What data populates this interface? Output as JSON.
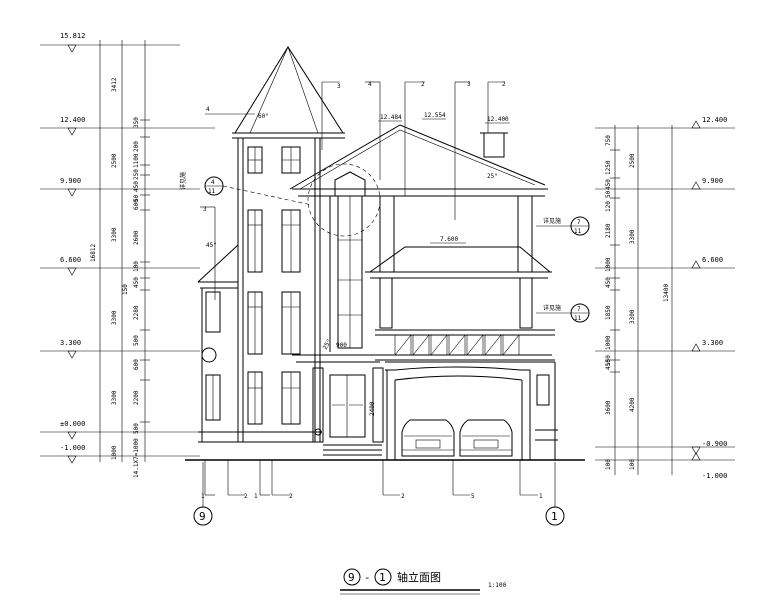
{
  "levels_left": [
    "15.812",
    "12.400",
    "9.900",
    "6.600",
    "3.300",
    "±0.000",
    "-1.000"
  ],
  "levels_right": [
    "12.400",
    "9.900",
    "6.600",
    "3.300",
    "-0.900",
    "-1.000"
  ],
  "dims_left_inner": [
    "3412",
    "350",
    "200",
    "1100",
    "250",
    "450",
    "50",
    "600",
    "2600",
    "100",
    "150",
    "450",
    "2280",
    "500",
    "600",
    "2200",
    "500",
    "1000"
  ],
  "dims_left_outer": [
    "2500",
    "3300",
    "3300",
    "3300"
  ],
  "dims_left_total": [
    "16812"
  ],
  "dims_left_bottom": "14.1X7=1000",
  "dims_right_inner": [
    "750",
    "1250",
    "450",
    "50",
    "120",
    "2180",
    "1000",
    "450",
    "1850",
    "1000",
    "150",
    "450",
    "3600",
    "100"
  ],
  "dims_right_outer": [
    "2500",
    "3300",
    "3300",
    "4200",
    "100"
  ],
  "dims_right_total": [
    "13400"
  ],
  "elev_labels": [
    "12.484",
    "12.554",
    "12.400",
    "7.600"
  ],
  "callouts": {
    "c4_top": "4",
    "c4_bot": "11",
    "c7a_top": "7",
    "c7a_bot": "11",
    "c7b_top": "7",
    "c7b_bot": "11"
  },
  "callout_texts": [
    "详见施",
    "详见施",
    "详见施"
  ],
  "angles": [
    "60°",
    "25°",
    "45°",
    "25°"
  ],
  "material_tags": [
    "3",
    "4",
    "2",
    "3",
    "2",
    "4",
    "3",
    "3"
  ],
  "bottom_tags": [
    "1",
    "2",
    "1",
    "2",
    "2",
    "5",
    "1"
  ],
  "door_dim": "2400",
  "slope_dims": [
    "900"
  ],
  "axis_left": "9",
  "axis_right": "1",
  "title": {
    "left_axis": "9",
    "dash": "-",
    "right_axis": "1",
    "text": "轴立面图",
    "scale": "1:100"
  }
}
